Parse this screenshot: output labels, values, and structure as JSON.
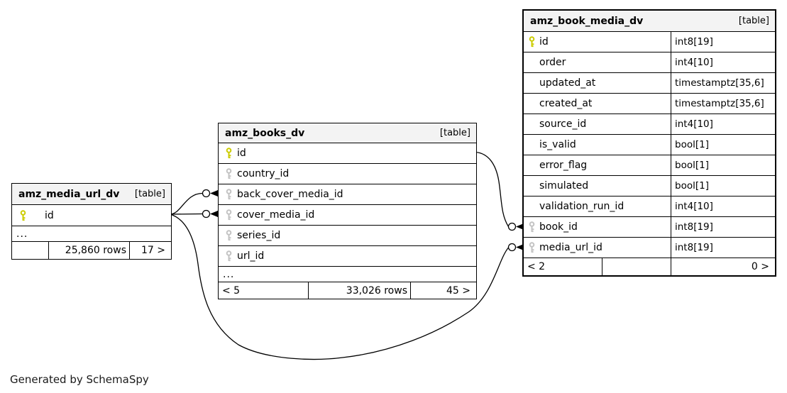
{
  "page": {
    "credit": "Generated by SchemaSpy"
  },
  "colors": {
    "header_bg": "#f3f3f3",
    "border": "#000000",
    "primary_key": "#cccc00",
    "foreign_key": "#c3c3c3",
    "background": "#ffffff"
  },
  "tables": [
    {
      "name": "amz_media_url_dv",
      "badge": "[table]",
      "columns": [
        {
          "name": "id",
          "key": "primary"
        }
      ],
      "ellipsis": "...",
      "footer": {
        "left": "",
        "center": "25,860 rows",
        "right": "17 >"
      }
    },
    {
      "name": "amz_books_dv",
      "badge": "[table]",
      "columns": [
        {
          "name": "id",
          "key": "primary"
        },
        {
          "name": "country_id",
          "key": "foreign"
        },
        {
          "name": "back_cover_media_id",
          "key": "foreign"
        },
        {
          "name": "cover_media_id",
          "key": "foreign"
        },
        {
          "name": "series_id",
          "key": "foreign"
        },
        {
          "name": "url_id",
          "key": "foreign"
        }
      ],
      "ellipsis": "...",
      "footer": {
        "left": "< 5",
        "center": "33,026 rows",
        "right": "45 >"
      }
    },
    {
      "name": "amz_book_media_dv",
      "badge": "[table]",
      "columns": [
        {
          "name": "id",
          "key": "primary",
          "type": "int8[19]"
        },
        {
          "name": "order",
          "key": null,
          "type": "int4[10]"
        },
        {
          "name": "updated_at",
          "key": null,
          "type": "timestamptz[35,6]"
        },
        {
          "name": "created_at",
          "key": null,
          "type": "timestamptz[35,6]"
        },
        {
          "name": "source_id",
          "key": null,
          "type": "int4[10]"
        },
        {
          "name": "is_valid",
          "key": null,
          "type": "bool[1]"
        },
        {
          "name": "error_flag",
          "key": null,
          "type": "bool[1]"
        },
        {
          "name": "simulated",
          "key": null,
          "type": "bool[1]"
        },
        {
          "name": "validation_run_id",
          "key": null,
          "type": "int4[10]"
        },
        {
          "name": "book_id",
          "key": "foreign",
          "type": "int8[19]"
        },
        {
          "name": "media_url_id",
          "key": "foreign",
          "type": "int8[19]"
        }
      ],
      "footer": {
        "left": "< 2",
        "center": "",
        "right": "0 >"
      }
    }
  ],
  "relationships": [
    {
      "from": "amz_media_url_dv.id",
      "to": "amz_books_dv.back_cover_media_id"
    },
    {
      "from": "amz_media_url_dv.id",
      "to": "amz_books_dv.cover_media_id"
    },
    {
      "from": "amz_media_url_dv.id",
      "to": "amz_book_media_dv.media_url_id"
    },
    {
      "from": "amz_books_dv.id",
      "to": "amz_book_media_dv.book_id"
    }
  ]
}
